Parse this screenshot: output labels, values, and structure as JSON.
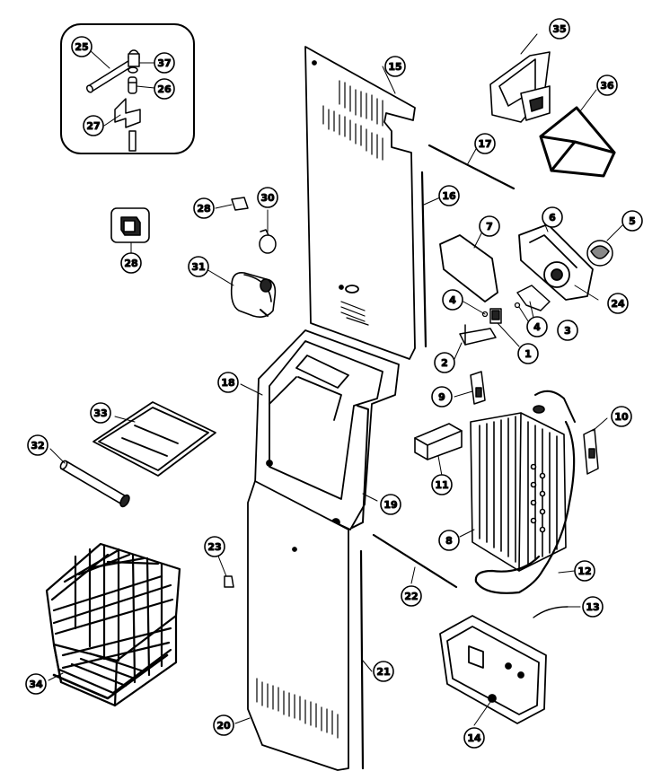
{
  "callouts": {
    "c1": "1",
    "c2": "2",
    "c3": "3",
    "c4a": "4",
    "c4b": "4",
    "c5": "5",
    "c6": "6",
    "c7": "7",
    "c8": "8",
    "c9": "9",
    "c10": "10",
    "c11": "11",
    "c12": "12",
    "c13": "13",
    "c14": "14",
    "c15": "15",
    "c16": "16",
    "c17": "17",
    "c18": "18",
    "c19": "19",
    "c20": "20",
    "c21": "21",
    "c22": "22",
    "c23": "23",
    "c24": "24",
    "c25": "25",
    "c26": "26",
    "c27": "27",
    "c28a": "28",
    "c28b": "28",
    "c30": "30",
    "c31": "31",
    "c32": "32",
    "c33": "33",
    "c34": "34",
    "c35": "35",
    "c36": "36",
    "c37": "37"
  },
  "colors": {
    "line": "#000000",
    "background": "#ffffff"
  }
}
